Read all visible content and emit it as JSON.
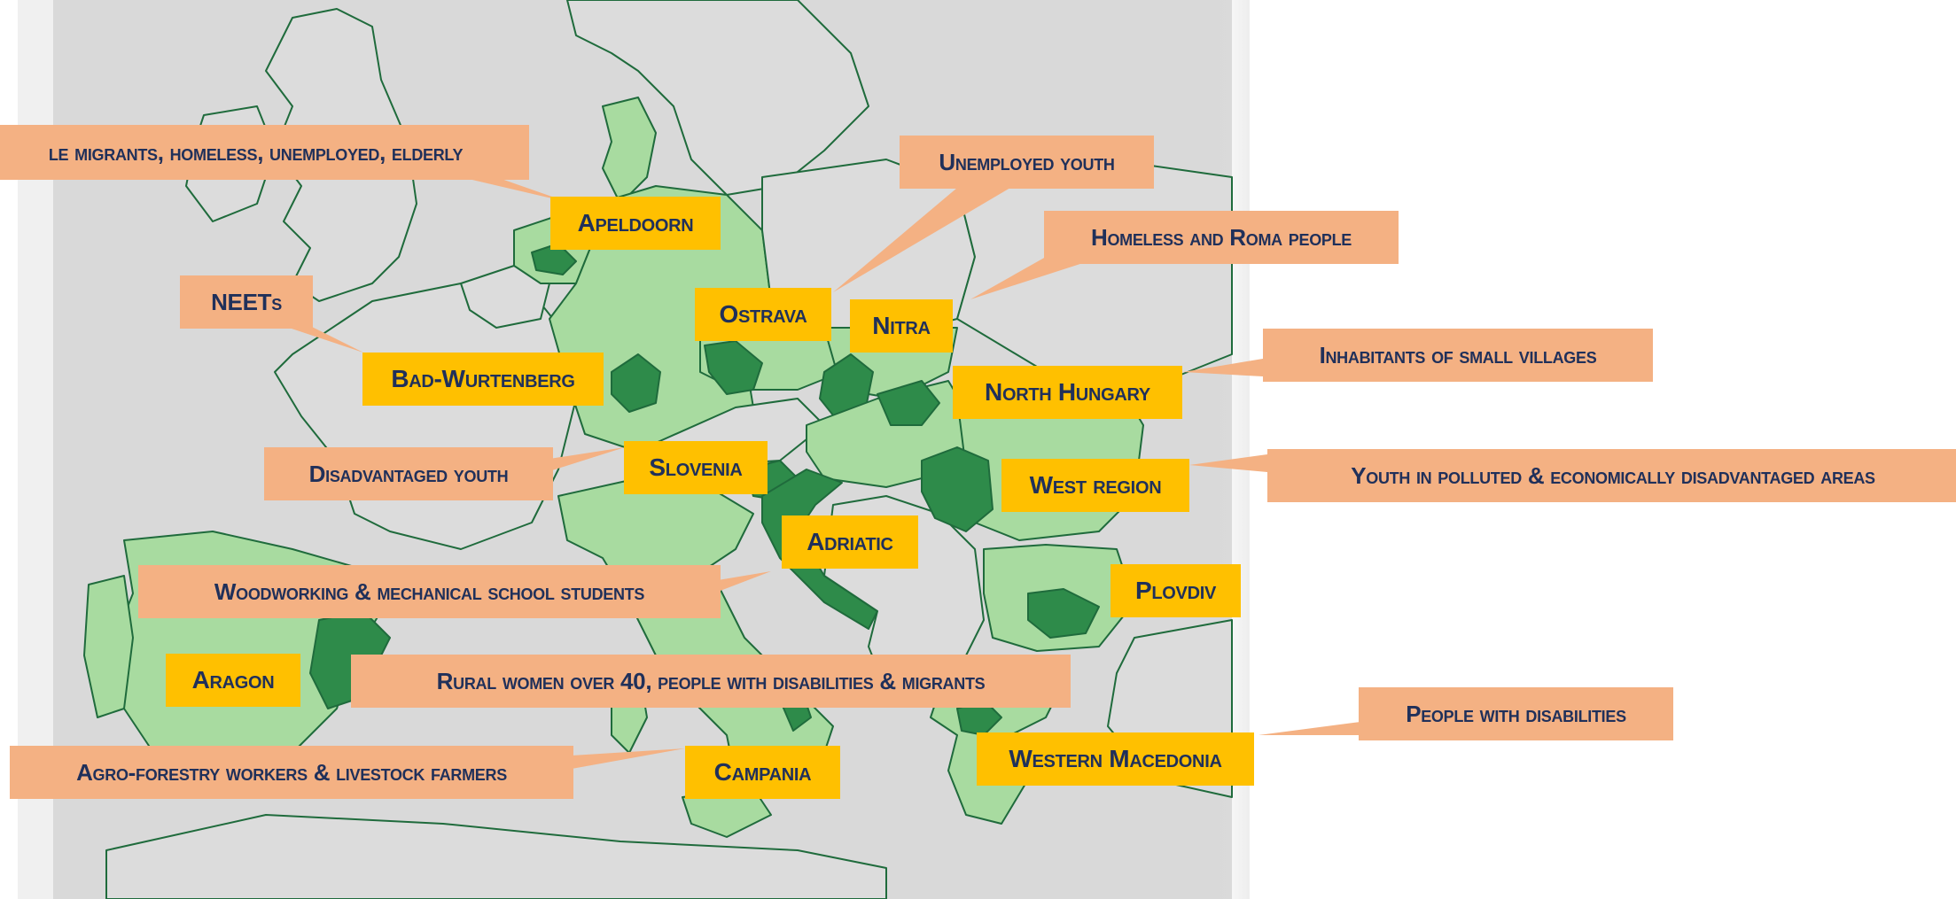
{
  "colors": {
    "background": "#ffffff",
    "non_partner_land": "#dcdcdc",
    "partner_country": "#a8dba0",
    "pilot_region": "#2e8b4a",
    "border": "#1f6b3c",
    "region_label": "#ffc000",
    "group_label": "#f4b183",
    "label_text": "#20305a"
  },
  "regions": [
    {
      "id": "apeldoorn",
      "name": "Apeldoorn"
    },
    {
      "id": "bad-wurtenberg",
      "name": "Bad-Wurtenberg"
    },
    {
      "id": "ostrava",
      "name": "Ostrava"
    },
    {
      "id": "nitra",
      "name": "Nitra"
    },
    {
      "id": "north-hungary",
      "name": "North Hungary"
    },
    {
      "id": "slovenia",
      "name": "Slovenia"
    },
    {
      "id": "west-region",
      "name": "West region"
    },
    {
      "id": "adriatic",
      "name": "Adriatic"
    },
    {
      "id": "plovdiv",
      "name": "Plovdiv"
    },
    {
      "id": "aragon",
      "name": "Aragon"
    },
    {
      "id": "campania",
      "name": "Campania"
    },
    {
      "id": "western-macedonia",
      "name": "Western Macedonia"
    }
  ],
  "target_groups": [
    {
      "id": "apeldoorn",
      "text": "le migrants, homeless, unemployed, elderly"
    },
    {
      "id": "ostrava",
      "text": "Unemployed youth"
    },
    {
      "id": "nitra",
      "text": "Homeless and Roma people"
    },
    {
      "id": "bad-wurtenberg",
      "text": "NEETs"
    },
    {
      "id": "north-hungary",
      "text": "Inhabitants of small villages"
    },
    {
      "id": "slovenia",
      "text": "Disadvantaged youth"
    },
    {
      "id": "west-region",
      "text": "Youth in polluted & economically disadvantaged areas"
    },
    {
      "id": "adriatic",
      "text": "Woodworking & mechanical school students"
    },
    {
      "id": "aragon",
      "text": "Rural women over 40, people with disabilities & migrants"
    },
    {
      "id": "campania",
      "text": "Agro-forestry workers & livestock farmers"
    },
    {
      "id": "western-macedonia",
      "text": "People with disabilities"
    }
  ]
}
